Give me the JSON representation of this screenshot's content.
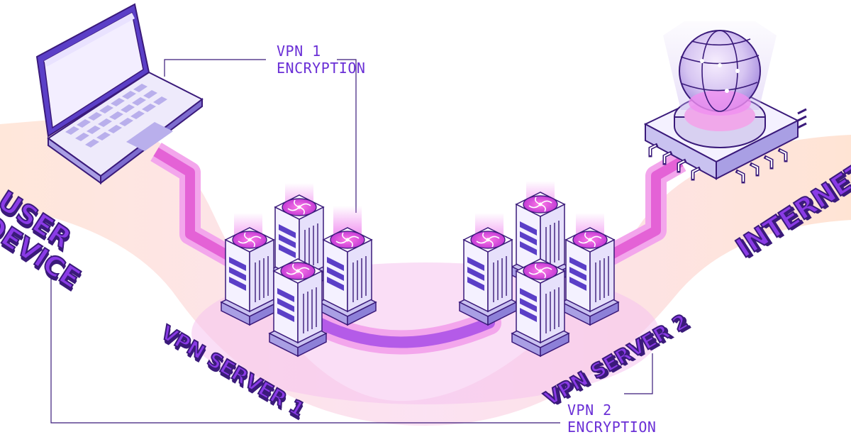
{
  "labels": {
    "user_device": [
      "USER",
      "DEVICE"
    ],
    "vpn_server_1": "VPN SERVER 1",
    "vpn_server_2": "VPN SERVER 2",
    "internet": "INTERNET"
  },
  "captions": {
    "vpn1_encryption": [
      "VPN 1",
      "ENCRYPTION"
    ],
    "vpn2_encryption": [
      "VPN 2",
      "ENCRYPTION"
    ]
  },
  "colors": {
    "accent_purple": "#6a2fd6",
    "tunnel_magenta": "#e84fd0",
    "peach_band": "#ffe3d6",
    "outline": "#3a1a7a"
  },
  "icons": [
    "laptop-icon",
    "server-icon",
    "fan-icon",
    "globe-icon",
    "chip-icon"
  ]
}
